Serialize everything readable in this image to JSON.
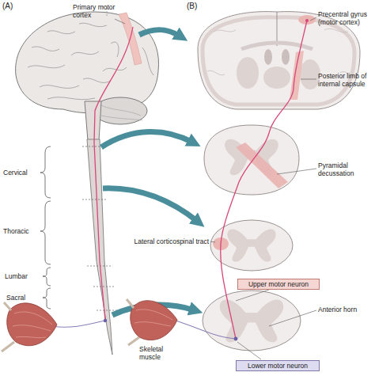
{
  "diagram": {
    "nodes": [
      {
        "text": [
          "Upper motor neuron"
        ]
      },
      {
        "text": [
          "Lower motor neuron"
        ]
      }
    ],
    "labels": [
      "(A)",
      "(B)",
      "Primary motor cortex",
      "Precentral gyrus (motor cortex)",
      "Posterior limb of internal capsule",
      "Cervical",
      "Pyramidal decussation",
      "Thoracic",
      "Lateral corticospinal tract",
      "Lumbar",
      "Sacral",
      "Anterior horn",
      "Skeletal muscle"
    ]
  }
}
